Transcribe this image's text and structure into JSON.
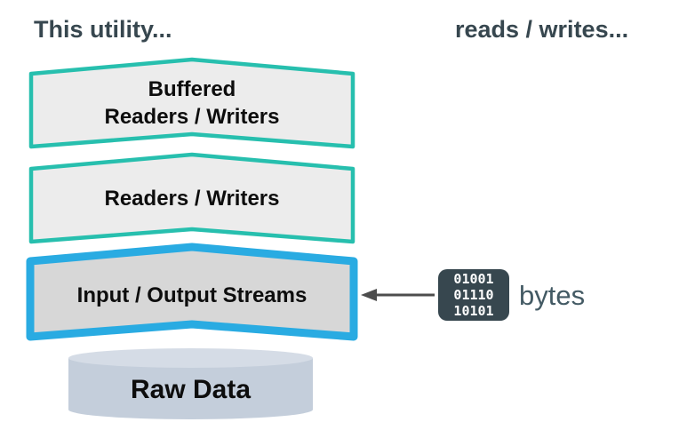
{
  "title_left": "This utility...",
  "title_right": "reads / writes...",
  "layers": [
    {
      "name": "buffered-readers-writers",
      "lines": [
        "Buffered",
        "Readers / Writers"
      ]
    },
    {
      "name": "readers-writers",
      "lines": [
        "Readers / Writers"
      ]
    },
    {
      "name": "input-output-streams",
      "lines": [
        "Input / Output Streams"
      ]
    }
  ],
  "datastore": {
    "label": "Raw Data"
  },
  "bytes": {
    "code_lines": [
      "01001",
      "01110",
      "10101"
    ],
    "caption": "bytes"
  },
  "colors": {
    "heading_text": "#37474F",
    "teal_border": "#27BFAE",
    "blue_border": "#29ABE2",
    "layer_fill_light": "#ECECEC",
    "layer_fill_mid": "#D7D7D7",
    "cylinder_body": "#C4CEDB",
    "cylinder_top": "#D5DCE6",
    "code_box_bg": "#37474F",
    "code_text": "#FFFFFF",
    "bytes_caption": "#435A64",
    "arrow": "#4D4D4D"
  }
}
